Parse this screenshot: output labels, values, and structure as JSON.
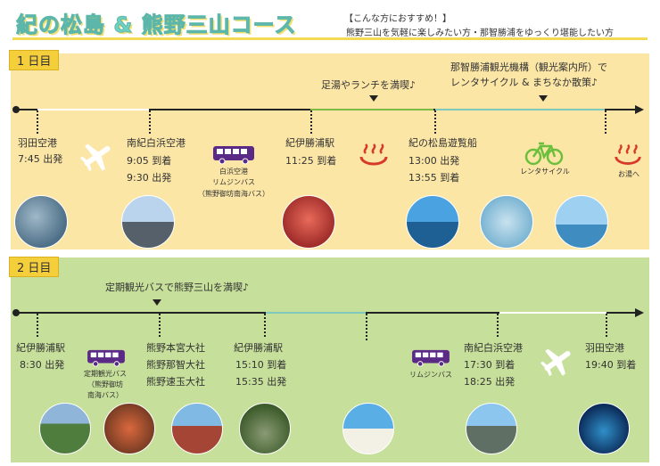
{
  "header": {
    "title": "紀の松島 & 熊野三山コース",
    "recommend_heading": "【こんな方におすすめ！】",
    "recommend_text": "熊野三山を気軽に楽しみたい方・那智勝浦をゆっくり堪能したい方"
  },
  "day1": {
    "label": "1 日目",
    "note_tourist_center_1": "那智勝浦観光機構（観光案内所）で",
    "note_tourist_center_2": "レンタサイクル & まちなか散策♪",
    "note_footbath": "足湯やランチを満喫♪",
    "stops": {
      "haneda": {
        "name": "羽田空港",
        "time": "7:45 出発"
      },
      "nanki": {
        "name": "南紀白浜空港",
        "time1": "9:05 到着",
        "time2": "9:30 出発"
      },
      "bus": {
        "l1": "白浜空港",
        "l2": "リムジンバス",
        "l3": "（熊野御坊南海バス）"
      },
      "kii_katsuura": {
        "name": "紀伊勝浦駅",
        "time": "11:25 到着"
      },
      "cruise": {
        "name": "紀の松島遊覧船",
        "time1": "13:00 出発",
        "time2": "13:55 到着"
      },
      "cycle": "レンタサイクル",
      "onsen": "お湯へ"
    }
  },
  "day2": {
    "label": "2 日目",
    "note_tour": "定期観光バスで熊野三山を満喫♪",
    "stops": {
      "kii_katsuura": {
        "name": "紀伊勝浦駅",
        "time": "8:30 出発"
      },
      "tour_bus": {
        "l1": "定期観光バス",
        "l2": "（熊野御坊",
        "l3": "南海バス）"
      },
      "shrines": {
        "l1": "熊野本宮大社",
        "l2": "熊野那智大社",
        "l3": "熊野速玉大社"
      },
      "return": {
        "name": "紀伊勝浦駅",
        "time1": "15:10 到着",
        "time2": "15:35 出発"
      },
      "limousine": "リムジンバス",
      "nanki": {
        "name": "南紀白浜空港",
        "time1": "17:30 到着",
        "time2": "18:25 出発"
      },
      "haneda": {
        "name": "羽田空港",
        "time": "19:40 到着"
      }
    }
  },
  "colors": {
    "title": "#6fd0c4",
    "day1_bg": "#fbe6a6",
    "day2_bg": "#c6df9a",
    "day_label_bg": "#f4cf3b",
    "segment_green": "#7cbb44",
    "segment_teal": "#7ec9bc",
    "segment_white": "#ffffff",
    "bus_purple": "#5a2a86",
    "onsen_red": "#d83a2a"
  },
  "icons": [
    "airplane-icon",
    "bus-icon",
    "onsen-icon",
    "bicycle-icon",
    "down-arrow-icon"
  ]
}
